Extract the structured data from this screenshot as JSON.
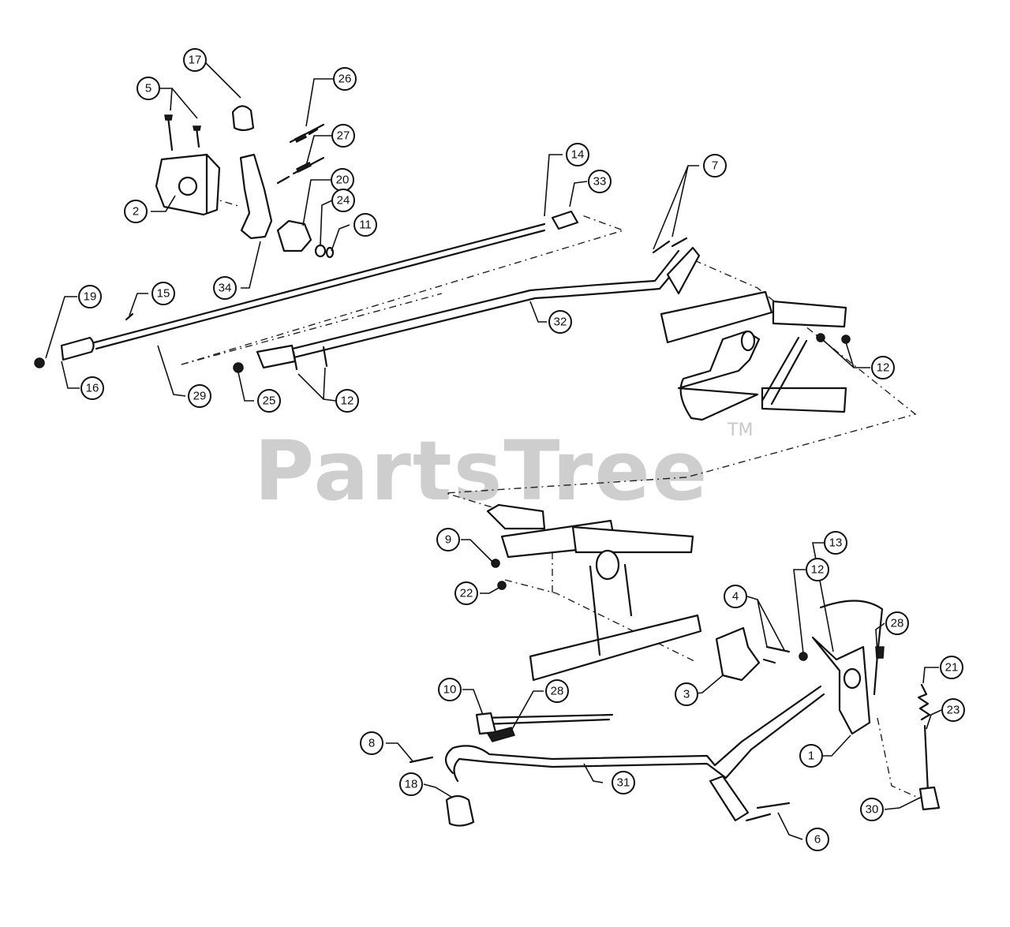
{
  "watermark": {
    "text": "PartsTree",
    "trademark": "TM"
  },
  "callouts": [
    {
      "id": "c17",
      "label": "17"
    },
    {
      "id": "c26",
      "label": "26"
    },
    {
      "id": "c5",
      "label": "5"
    },
    {
      "id": "c27",
      "label": "27"
    },
    {
      "id": "c20",
      "label": "20"
    },
    {
      "id": "c24",
      "label": "24"
    },
    {
      "id": "c11",
      "label": "11"
    },
    {
      "id": "c2",
      "label": "2"
    },
    {
      "id": "c34",
      "label": "34"
    },
    {
      "id": "c14",
      "label": "14"
    },
    {
      "id": "c33",
      "label": "33"
    },
    {
      "id": "c7",
      "label": "7"
    },
    {
      "id": "c19",
      "label": "19"
    },
    {
      "id": "c15",
      "label": "15"
    },
    {
      "id": "c32",
      "label": "32"
    },
    {
      "id": "c16",
      "label": "16"
    },
    {
      "id": "c29",
      "label": "29"
    },
    {
      "id": "c25",
      "label": "25"
    },
    {
      "id": "c12a",
      "label": "12"
    },
    {
      "id": "c12b",
      "label": "12"
    },
    {
      "id": "c9",
      "label": "9"
    },
    {
      "id": "c22",
      "label": "22"
    },
    {
      "id": "c13",
      "label": "13"
    },
    {
      "id": "c12c",
      "label": "12"
    },
    {
      "id": "c4",
      "label": "4"
    },
    {
      "id": "c28a",
      "label": "28"
    },
    {
      "id": "c21",
      "label": "21"
    },
    {
      "id": "c3",
      "label": "3"
    },
    {
      "id": "c10",
      "label": "10"
    },
    {
      "id": "c28b",
      "label": "28"
    },
    {
      "id": "c23",
      "label": "23"
    },
    {
      "id": "c8",
      "label": "8"
    },
    {
      "id": "c1",
      "label": "1"
    },
    {
      "id": "c18",
      "label": "18"
    },
    {
      "id": "c31",
      "label": "31"
    },
    {
      "id": "c30",
      "label": "30"
    },
    {
      "id": "c6",
      "label": "6"
    }
  ]
}
